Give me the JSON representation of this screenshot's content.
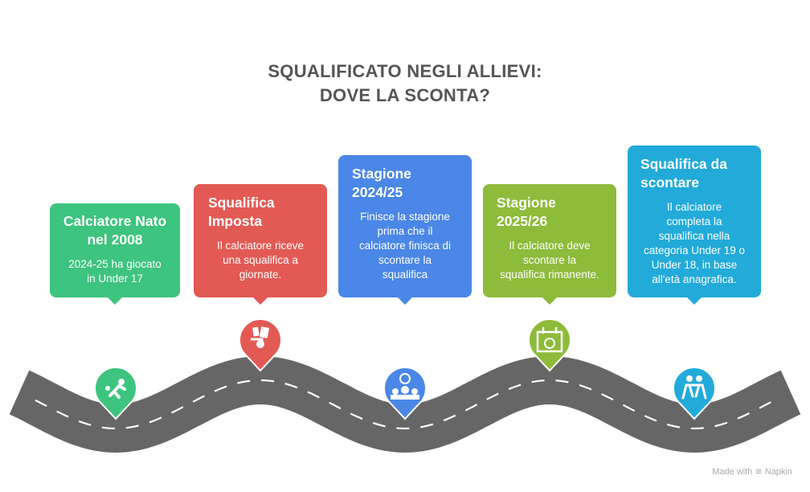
{
  "title": {
    "lines": [
      "SQUALIFICATO NEGLI ALLIEVI:",
      "DOVE LA SCONTA?"
    ]
  },
  "colors": {
    "road": "#666666",
    "green": "#3DC47E",
    "red": "#E35A55",
    "blue": "#4A87E6",
    "lime": "#8DBB3A",
    "cyan": "#22AAD9"
  },
  "steps": [
    {
      "title": [
        "Calciatore Nato",
        "nel 2008"
      ],
      "body": [
        "2024-25 ha giocato",
        "in Under 17"
      ],
      "icon": "kicking-player-icon"
    },
    {
      "title": [
        "Squalifica",
        "Imposta"
      ],
      "body": [
        "Il calciatore riceve",
        "una squalifica a",
        "giornate."
      ],
      "icon": "whistle-cards-icon"
    },
    {
      "title": [
        "Stagione",
        "2024/25"
      ],
      "body": [
        "Finisce la stagione",
        "prima che il",
        "calciatore finisca di",
        "scontare la",
        "squalifica"
      ],
      "icon": "team-ball-icon"
    },
    {
      "title": [
        "Stagione",
        "2025/26"
      ],
      "body": [
        "Il calciatore deve",
        "scontare la",
        "squalifica rimanente."
      ],
      "icon": "calendar-ball-icon"
    },
    {
      "title": [
        "Squalifica da",
        "scontare"
      ],
      "body": [
        "Il calciatore",
        "completa la",
        "squalifica nella",
        "categoria Under 19 o",
        "Under 18, in base",
        "all'età anagrafica."
      ],
      "icon": "wrestlers-icon"
    }
  ],
  "footer": {
    "made_with": "Made with",
    "brand": "Napkin"
  }
}
